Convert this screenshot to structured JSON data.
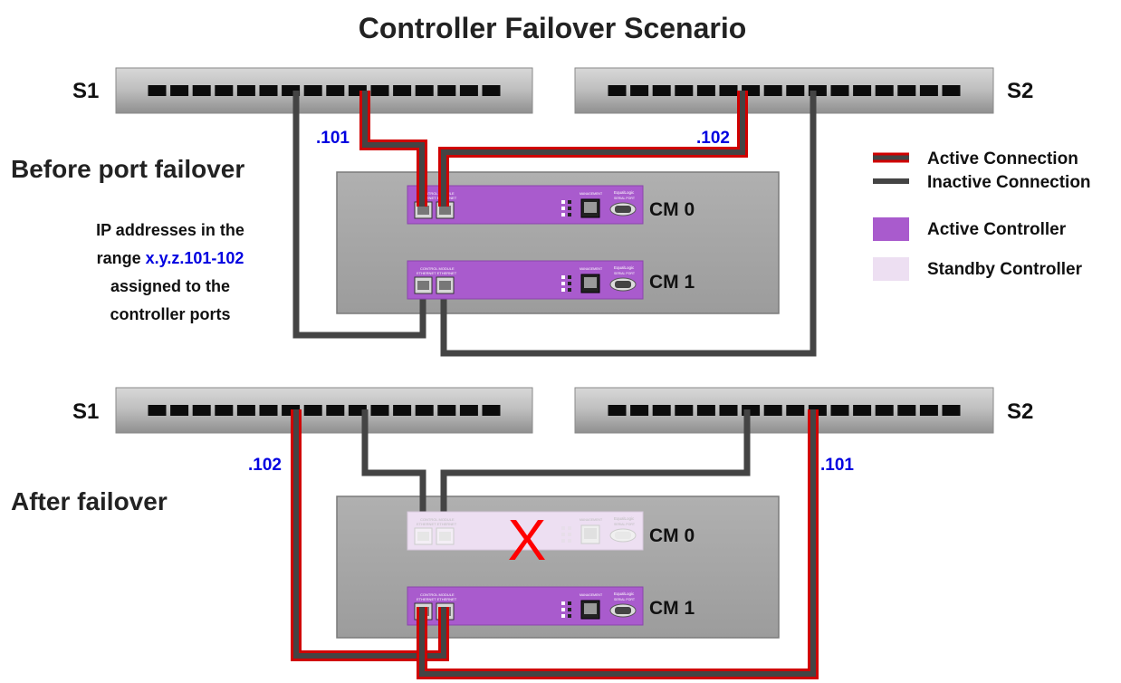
{
  "title": "Controller Failover Scenario",
  "colors": {
    "active_controller": "#a95bcd",
    "standby_controller": "#eddff2",
    "active_wire": "#d00000",
    "inactive_wire": "#444444",
    "ip_text": "#0000e0",
    "failure_mark": "#ff0000"
  },
  "legend": {
    "active_connection": "Active Connection",
    "inactive_connection": "Inactive Connection",
    "active_controller": "Active Controller",
    "standby_controller": "Standby Controller"
  },
  "before": {
    "heading": "Before port failover",
    "switch_left": "S1",
    "switch_right": "S2",
    "ip_left": ".101",
    "ip_right": ".102",
    "cm0": "CM 0",
    "cm1": "CM 1",
    "note_line1": "IP addresses in the",
    "note_line2_prefix": "range ",
    "note_line2_ip": "x.y.z.101-102",
    "note_line3": "assigned to the",
    "note_line4": "controller ports"
  },
  "after": {
    "heading": "After failover",
    "switch_left": "S1",
    "switch_right": "S2",
    "ip_left": ".102",
    "ip_right": ".101",
    "cm0": "CM 0",
    "cm1": "CM 1",
    "failure_mark": "X"
  },
  "module": {
    "label_control": "CONTROL MODULE",
    "label_ethernet": "ETHERNET",
    "label_management": "MANAGEMENT",
    "label_serial": "SERIAL PORT",
    "brand": "EqualLogic"
  }
}
